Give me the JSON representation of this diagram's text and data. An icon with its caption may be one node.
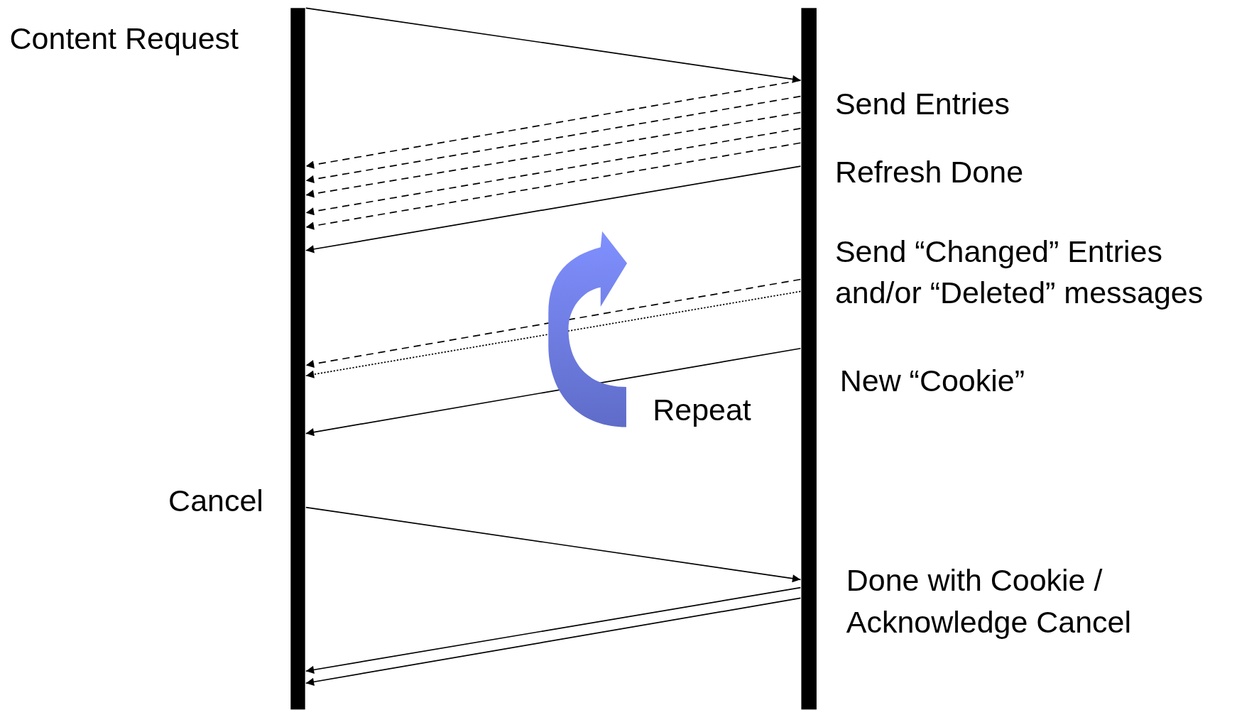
{
  "diagram": {
    "nodes": [
      {
        "text": [],
        "shape": "bar"
      },
      {
        "text": [],
        "shape": "bar"
      }
    ],
    "edges": [
      {
        "from": 0,
        "to": 1,
        "arrow": "to"
      },
      {
        "from": 1,
        "to": 0,
        "arrow": "to",
        "style": "dashed"
      },
      {
        "from": 1,
        "to": 0,
        "arrow": "to",
        "style": "dashed"
      },
      {
        "from": 1,
        "to": 0,
        "arrow": "to",
        "style": "dashed"
      },
      {
        "from": 1,
        "to": 0,
        "arrow": "to",
        "style": "dashed"
      },
      {
        "from": 1,
        "to": 0,
        "arrow": "to",
        "style": "dashed"
      },
      {
        "from": 1,
        "to": 0,
        "arrow": "to"
      },
      {
        "from": 1,
        "to": 0,
        "arrow": "to",
        "style": "dashed"
      },
      {
        "from": 1,
        "to": 0,
        "arrow": "to",
        "style": "dashed"
      },
      {
        "from": 1,
        "to": 0,
        "arrow": "to"
      },
      {
        "from": 0,
        "to": 1,
        "arrow": "to"
      },
      {
        "from": 1,
        "to": 0,
        "arrow": "to"
      },
      {
        "from": 1,
        "to": 0,
        "arrow": "to"
      }
    ],
    "labels": [
      "Content Request",
      "Send Entries",
      "Refresh Done",
      "Send “Changed” Entries and/or “Deleted” messages",
      "New “Cookie”",
      "Repeat",
      "Cancel",
      "Done with Cookie / Acknowledge Cancel"
    ]
  }
}
